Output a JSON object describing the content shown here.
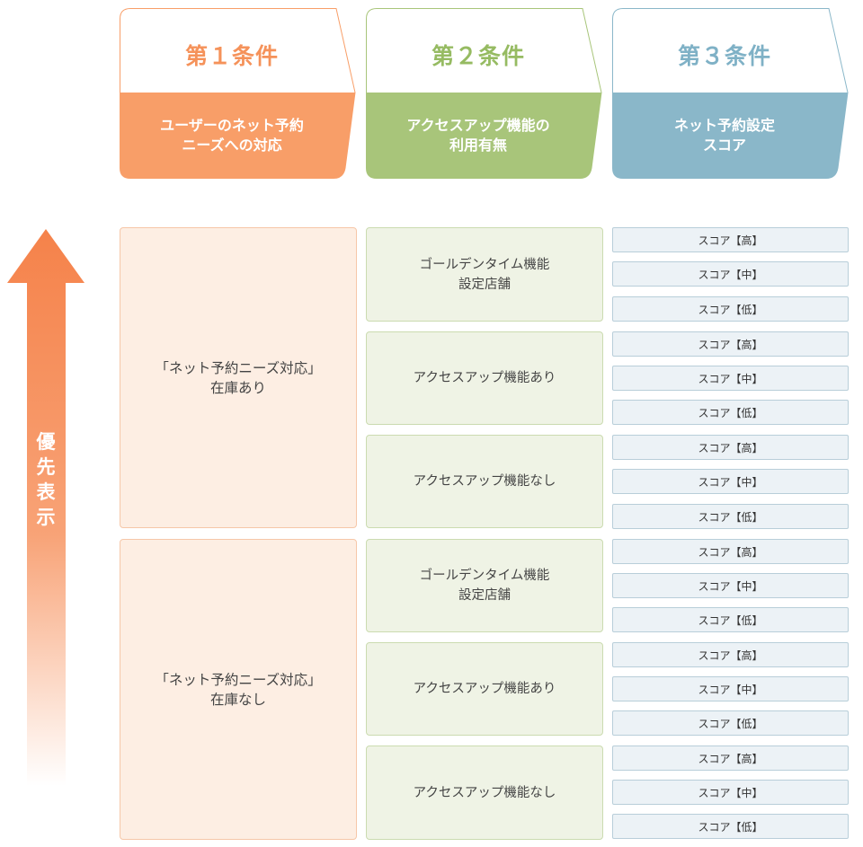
{
  "headers": [
    {
      "title": "第１条件",
      "subtitle": "ユーザーのネット予約\nニーズへの対応",
      "color": "#f89e68",
      "title_color": "#f5925a"
    },
    {
      "title": "第２条件",
      "subtitle": "アクセスアップ機能の\n利用有無",
      "color": "#a8c57a",
      "title_color": "#96bb62"
    },
    {
      "title": "第３条件",
      "subtitle": "ネット予約設定\nスコア",
      "color": "#8ab7c9",
      "title_color": "#7fb1c6"
    }
  ],
  "arrow": {
    "label_chars": [
      "優",
      "先",
      "表",
      "示"
    ],
    "color": "#f5824a"
  },
  "condition1": [
    {
      "label": "「ネット予約ニーズ対応」\n在庫あり"
    },
    {
      "label": "「ネット予約ニーズ対応」\n在庫なし"
    }
  ],
  "condition2": [
    {
      "label": "ゴールデンタイム機能\n設定店舗"
    },
    {
      "label": "アクセスアップ機能あり"
    },
    {
      "label": "アクセスアップ機能なし"
    },
    {
      "label": "ゴールデンタイム機能\n設定店舗"
    },
    {
      "label": "アクセスアップ機能あり"
    },
    {
      "label": "アクセスアップ機能なし"
    }
  ],
  "scores": [
    "スコア【高】",
    "スコア【中】",
    "スコア【低】"
  ]
}
